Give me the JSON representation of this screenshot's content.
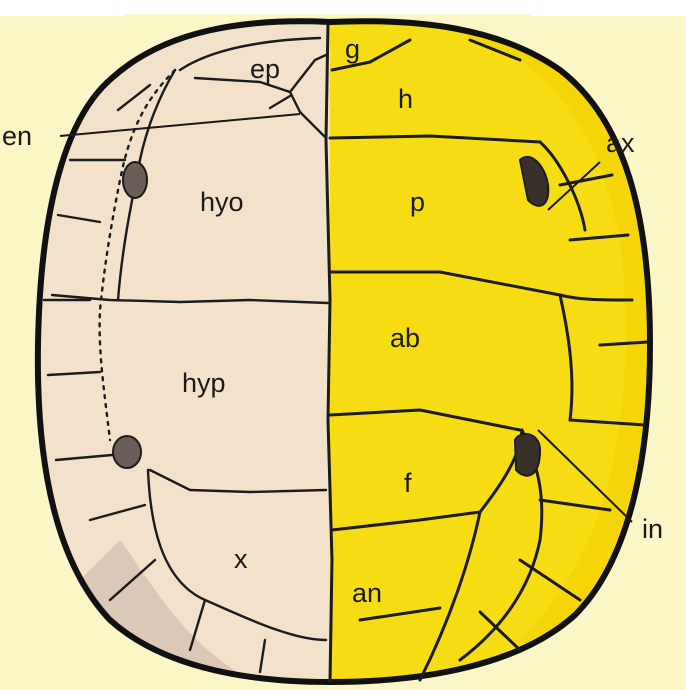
{
  "diagram": {
    "colors": {
      "background": "#fbf6c6",
      "bone": "#f3e2c9",
      "scute": "#f6dc12",
      "scute_edge": "#efd000",
      "line": "#1c1c1c",
      "shadow": "#6b5d57"
    },
    "labels": {
      "g": "g",
      "ep": "ep",
      "h": "h",
      "en": "en",
      "ax": "ax",
      "hyo": "hyo",
      "p": "p",
      "ab": "ab",
      "hyp": "hyp",
      "f": "f",
      "in": "in",
      "x": "x",
      "an": "an"
    }
  }
}
